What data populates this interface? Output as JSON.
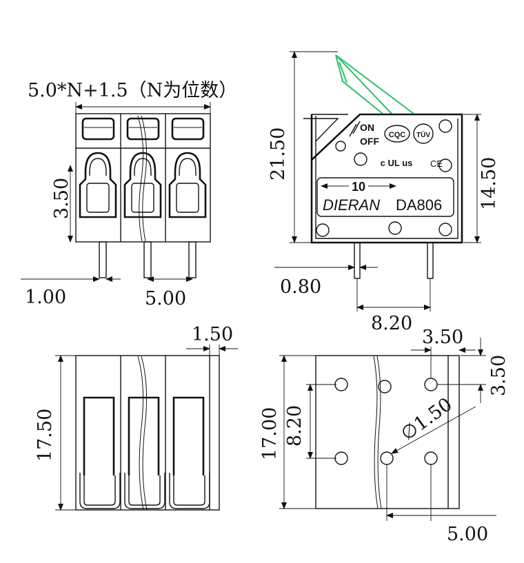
{
  "front_view": {
    "width_formula": "5.0*N+1.5（N为位数）",
    "height": "3.50",
    "pin_width": "1.00",
    "pitch": "5.00"
  },
  "side_view": {
    "total_height": "21.50",
    "body_height": "14.50",
    "pin_thickness": "0.80",
    "pin_spacing": "8.20",
    "on_label": "ON",
    "off_label": "OFF",
    "cqc_mark": "CQC",
    "tuv_mark": "TÜV",
    "ce_mark": "CE",
    "ul_mark": "c UL us",
    "scale_label": "10",
    "brand": "DIERAN",
    "model": "DA806"
  },
  "bottom_view": {
    "edge": "1.50",
    "length": "17.50"
  },
  "pcb_view": {
    "length": "17.00",
    "row_spacing": "8.20",
    "hole_diameter": "∅1.50",
    "offset_x": "3.50",
    "offset_y": "3.50",
    "pitch": "5.00"
  },
  "colors": {
    "line": "#111111",
    "lever": "#2fbf6a"
  }
}
